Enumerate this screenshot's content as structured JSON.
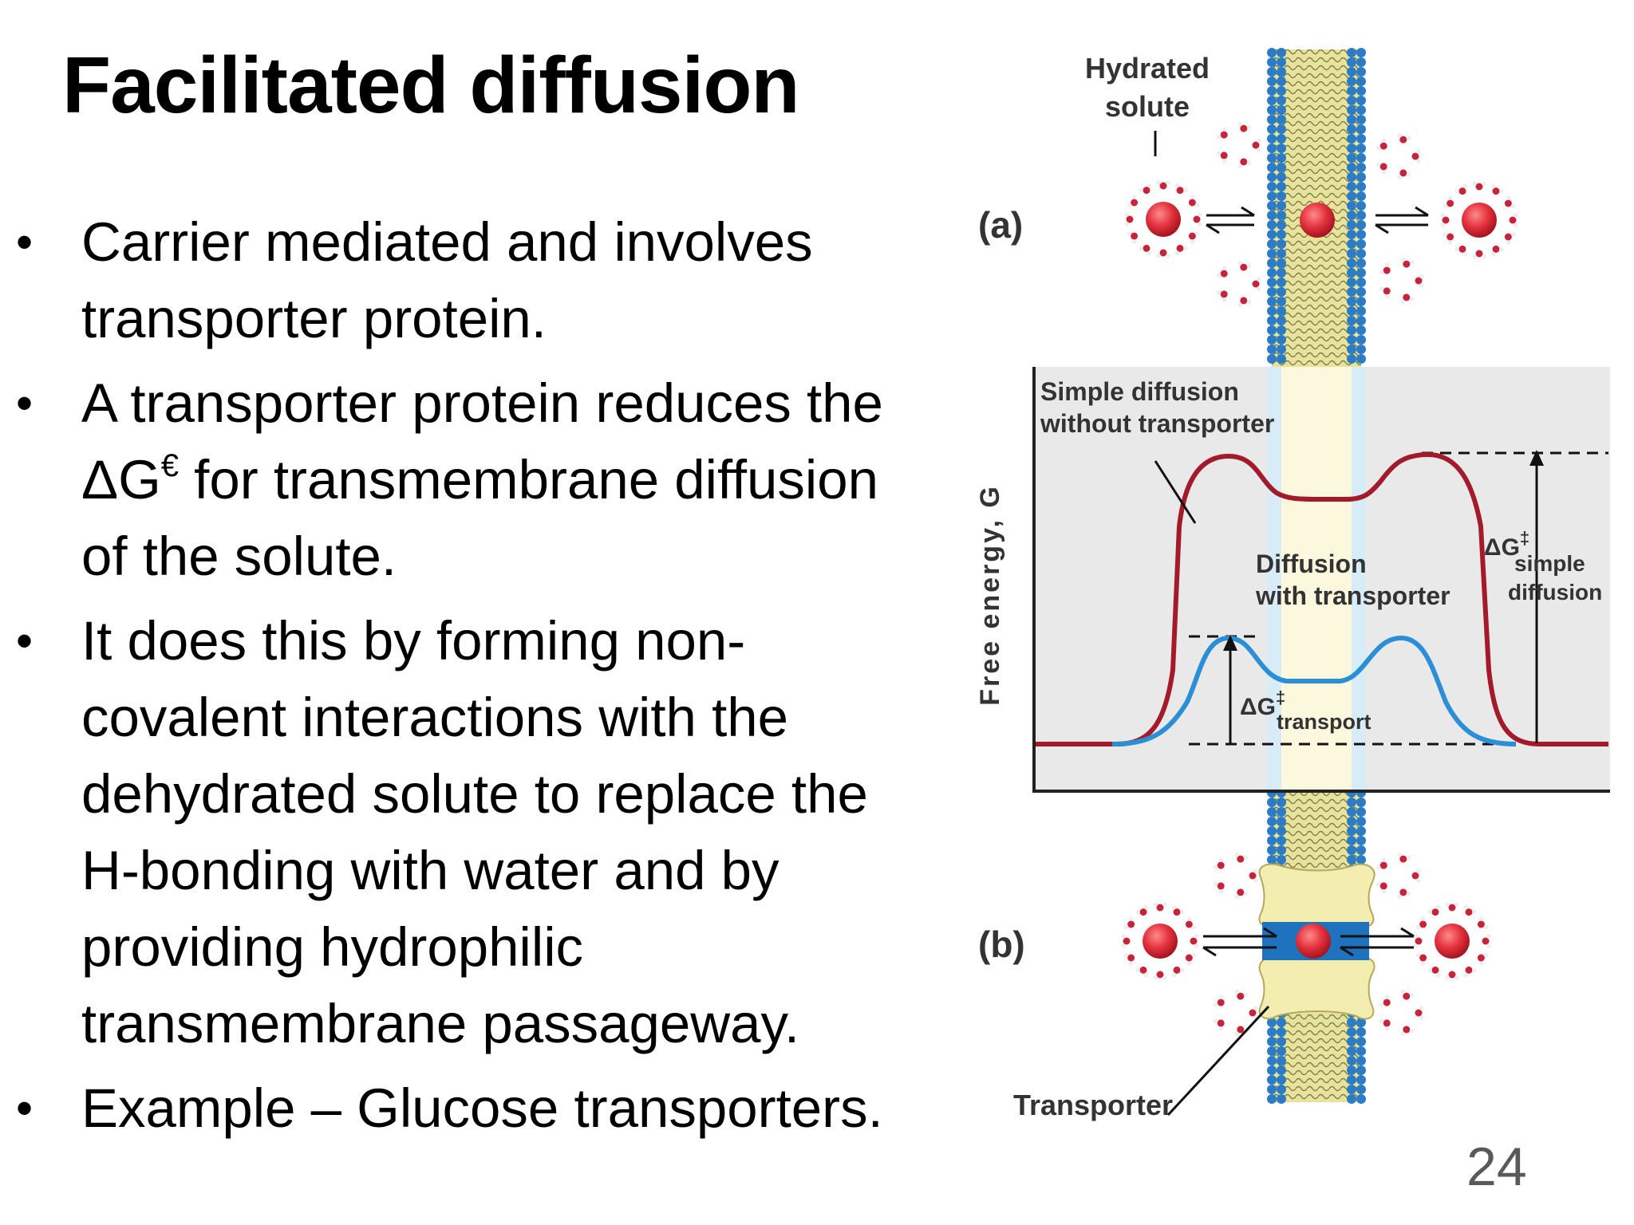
{
  "slide": {
    "title": "Facilitated diffusion",
    "bullet_symbol": "•",
    "bullets": [
      {
        "lines": [
          "Carrier mediated and involves",
          "transporter protein."
        ]
      },
      {
        "lines": [
          "A transporter protein reduces the"
        ],
        "lines_2_prefix": "ΔG",
        "lines_2_sup": "€",
        "lines_2_suffix": " for transmembrane diffusion",
        "lines_rest": [
          "of the solute."
        ]
      },
      {
        "lines": [
          "It does this by forming non-",
          "covalent interactions with the",
          "dehydrated solute to replace the",
          "H-bonding with water and by",
          "providing hydrophilic",
          "transmembrane passageway."
        ]
      },
      {
        "lines": [
          "Example – Glucose transporters."
        ]
      }
    ],
    "page_number": "24"
  },
  "figure": {
    "label_a": "(a)",
    "label_b": "(b)",
    "hydrated_solute": [
      "Hydrated",
      "solute"
    ],
    "simple_diffusion": [
      "Simple diffusion",
      "without transporter"
    ],
    "diffusion_with_transporter": [
      "Diffusion",
      "with transporter"
    ],
    "y_axis": "Free energy, G",
    "dg_simple": {
      "symbol": "ΔG",
      "dagger": "‡",
      "sub": [
        "simple",
        "diffusion"
      ]
    },
    "dg_transport": {
      "symbol": "ΔG",
      "dagger": "‡",
      "sub": "transport"
    },
    "transporter": "Transporter",
    "colors": {
      "simple_curve": "#a31b2a",
      "transporter_curve": "#2a8fd4",
      "membrane_head": "#2b7cc4",
      "membrane_tail": "#e8e39a",
      "solute": "#e2323e",
      "transporter_protein": "#f3eeb0",
      "plot_bg": "#e9e9ea"
    }
  }
}
